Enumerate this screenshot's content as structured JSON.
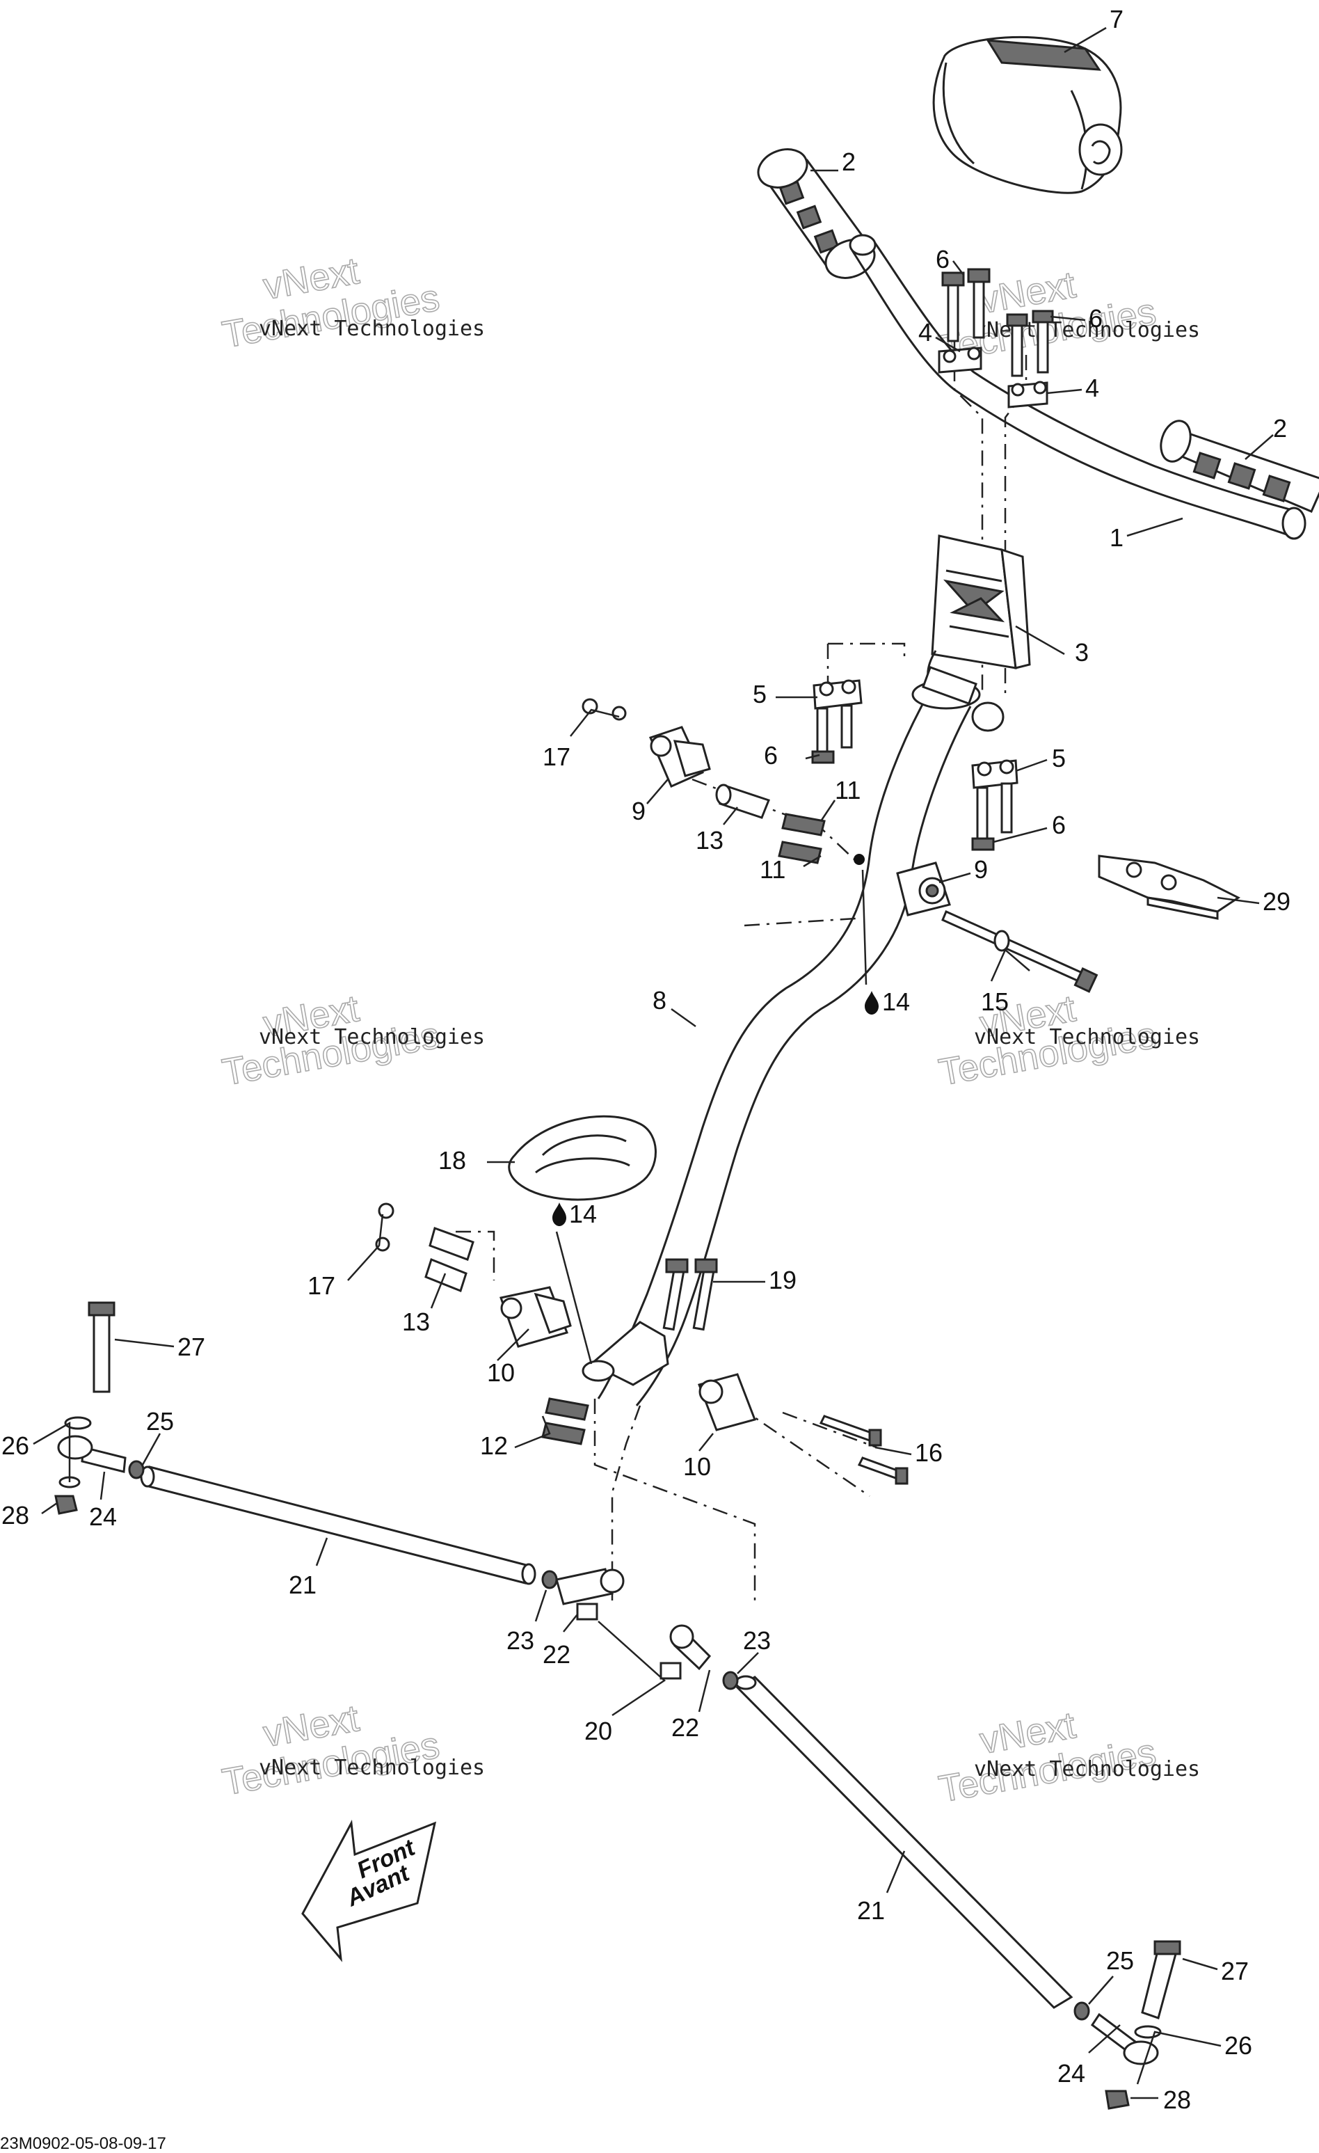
{
  "document_code": "23M0902-05-08-09-17",
  "front_arrow": {
    "line1": "Front",
    "line2": "Avant"
  },
  "watermark": {
    "company": "vNext Technologies",
    "line1": "vNext",
    "line2": "Technologies"
  },
  "callouts": [
    {
      "id": "c7",
      "label": "7"
    },
    {
      "id": "c2a",
      "label": "2"
    },
    {
      "id": "c6a",
      "label": "6"
    },
    {
      "id": "c6b",
      "label": "6"
    },
    {
      "id": "c4a",
      "label": "4"
    },
    {
      "id": "c4b",
      "label": "4"
    },
    {
      "id": "c2b",
      "label": "2"
    },
    {
      "id": "c1",
      "label": "1"
    },
    {
      "id": "c3",
      "label": "3"
    },
    {
      "id": "c5a",
      "label": "5"
    },
    {
      "id": "c6c",
      "label": "6"
    },
    {
      "id": "c5b",
      "label": "5"
    },
    {
      "id": "c6d",
      "label": "6"
    },
    {
      "id": "c17a",
      "label": "17"
    },
    {
      "id": "c9a",
      "label": "9"
    },
    {
      "id": "c13a",
      "label": "13"
    },
    {
      "id": "c11a",
      "label": "11"
    },
    {
      "id": "c11b",
      "label": "11"
    },
    {
      "id": "c9b",
      "label": "9"
    },
    {
      "id": "c29",
      "label": "29"
    },
    {
      "id": "c15",
      "label": "15"
    },
    {
      "id": "c14a",
      "label": "14"
    },
    {
      "id": "c8",
      "label": "8"
    },
    {
      "id": "c18",
      "label": "18"
    },
    {
      "id": "c14b",
      "label": "14"
    },
    {
      "id": "c17b",
      "label": "17"
    },
    {
      "id": "c19",
      "label": "19"
    },
    {
      "id": "c13b",
      "label": "13"
    },
    {
      "id": "c27a",
      "label": "27"
    },
    {
      "id": "c10a",
      "label": "10"
    },
    {
      "id": "c12",
      "label": "12"
    },
    {
      "id": "c16",
      "label": "16"
    },
    {
      "id": "c10b",
      "label": "10"
    },
    {
      "id": "c25a",
      "label": "25"
    },
    {
      "id": "c26a",
      "label": "26"
    },
    {
      "id": "c24a",
      "label": "24"
    },
    {
      "id": "c28a",
      "label": "28"
    },
    {
      "id": "c21a",
      "label": "21"
    },
    {
      "id": "c23a",
      "label": "23"
    },
    {
      "id": "c22a",
      "label": "22"
    },
    {
      "id": "c20",
      "label": "20"
    },
    {
      "id": "c23b",
      "label": "23"
    },
    {
      "id": "c22b",
      "label": "22"
    },
    {
      "id": "c21b",
      "label": "21"
    },
    {
      "id": "c25b",
      "label": "25"
    },
    {
      "id": "c27b",
      "label": "27"
    },
    {
      "id": "c24b",
      "label": "24"
    },
    {
      "id": "c26b",
      "label": "26"
    },
    {
      "id": "c28b",
      "label": "28"
    }
  ]
}
